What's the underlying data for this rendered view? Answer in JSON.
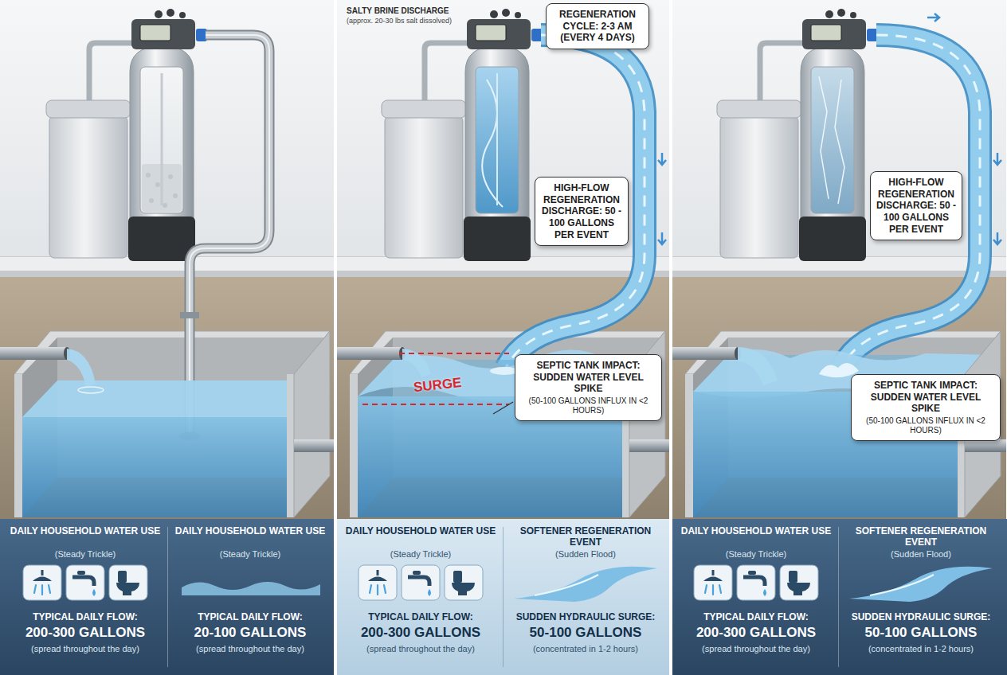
{
  "diagram": {
    "nodes": [
      {
        "text": [
          "DAILY HOUSEHOLD WATER USE",
          "(Steady Trickle)",
          "TYPICAL DAILY FLOW:",
          "200-300 GALLONS",
          "(spread throughout the day)"
        ]
      },
      {
        "text": [
          "DAILY HOUSEHOLD WATER USE",
          "(Steady Trickle)",
          "TYPICAL DAILY FLOW:",
          "20-100 GALLONS",
          "(spread throughout the day)"
        ]
      },
      {
        "text": [
          "REGENERATION CYCLE: 2-3 AM (EVERY 4 DAYS)"
        ]
      },
      {
        "text": [
          "HIGH-FLOW REGENERATION DISCHARGE: 50 - 100 GALLONS PER EVENT"
        ]
      },
      {
        "text": [
          "SEPTIC TANK IMPACT: SUDDEN WATER LEVEL SPIKE",
          "(50-100 GALLONS INFLUX IN <2 HOURS)"
        ]
      },
      {
        "text": [
          "DAILY HOUSEHOLD WATER USE",
          "(Steady Trickle)",
          "TYPICAL DAILY FLOW:",
          "200-300 GALLONS",
          "(spread throughout the day)"
        ]
      },
      {
        "text": [
          "SOFTENER REGENERATION EVENT",
          "(Sudden Flood)",
          "SUDDEN HYDRAULIC SURGE:",
          "50-100 GALLONS",
          "(concentrated in 1-2 hours)"
        ]
      },
      {
        "text": [
          "HIGH-FLOW REGENERATION DISCHARGE: 50 - 100 GALLONS PER EVENT"
        ]
      },
      {
        "text": [
          "SEPTIC TANK IMPACT: SUDDEN WATER LEVEL SPIKE",
          "(50-100 GALLONS INFLUX IN <2 HOURS)"
        ]
      },
      {
        "text": [
          "DAILY HOUSEHOLD WATER USE",
          "(Steady Trickle)",
          "TYPICAL DAILY FLOW:",
          "200-300 GALLONS",
          "(spread throughout the day)"
        ]
      },
      {
        "text": [
          "SOFTENER REGENERATION EVENT",
          "(Sudden Flood)",
          "SUDDEN HYDRAULIC SURGE:",
          "50-100 GALLONS",
          "(concentrated in 1-2 hours)"
        ]
      }
    ],
    "labels": [
      "SALTY BRINE DISCHARGE",
      "(approx. 20-30 lbs salt dissolved)",
      "SURGE"
    ]
  }
}
